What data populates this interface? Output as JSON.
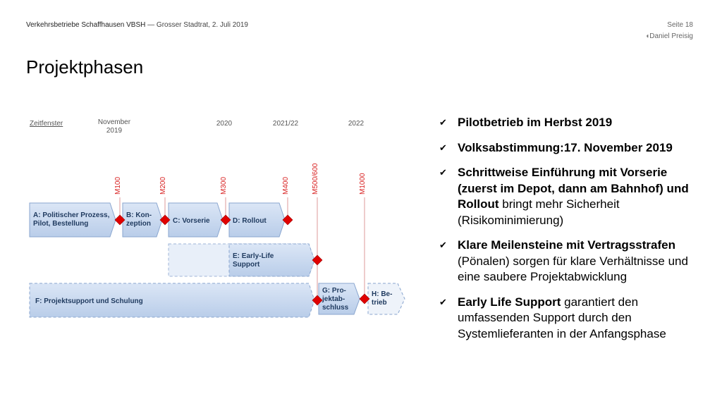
{
  "header": {
    "org": "Verkehrsbetriebe Schaffhausen VBSH",
    "subtitle": " — Grosser Stadtrat, 2. Juli 2019",
    "page": "Seite 18",
    "author": "Daniel Preisig"
  },
  "title": "Projektphasen",
  "diagram": {
    "zeitfenster": "Zeitfenster",
    "times": [
      "November",
      "2019",
      "2020",
      "2021/22",
      "2022"
    ],
    "milestones": [
      "M100",
      "M200",
      "M300",
      "M400",
      "M500/600",
      "M1000"
    ],
    "phases": {
      "a": [
        "A: Politischer Prozess,",
        "Pilot, Bestellung"
      ],
      "b": [
        "B: Kon-",
        "zeption"
      ],
      "c": [
        "C: Vorserie"
      ],
      "d": [
        "D: Rollout"
      ],
      "e": [
        "E: Early-Life",
        "Support"
      ],
      "f": [
        "F: Projektsupport und Schulung"
      ],
      "g": [
        "G: Pro-",
        "jektab-",
        "schluss"
      ],
      "h": [
        "H: Be-",
        "trieb"
      ]
    },
    "colors": {
      "box": "#c7d7ee",
      "box_stroke": "#7f9cc6",
      "milestone": "#e00000",
      "diamond": "#e00000",
      "text": "#1f3a5f"
    }
  },
  "bullets": [
    {
      "bold": "Pilotbetrieb im Herbst 2019",
      "rest": ""
    },
    {
      "bold": "Volksabstimmung:17. November 2019",
      "rest": ""
    },
    {
      "bold": "Schrittweise Einführung mit Vorserie (zuerst im Depot, dann am Bahnhof) und Rollout",
      "rest": " bringt mehr Sicherheit (Risikominimierung)"
    },
    {
      "bold": "Klare Meilensteine mit Vertragsstrafen",
      "rest": " (Pönalen) sorgen für klare Verhältnisse und eine saubere Projektabwicklung"
    },
    {
      "bold": "Early Life Support",
      "rest": " garantiert den umfassenden Support durch den Systemlieferanten in der Anfangsphase"
    }
  ]
}
